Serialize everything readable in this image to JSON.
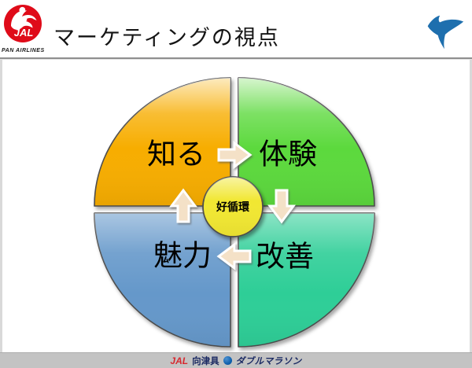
{
  "header": {
    "jal_logo": {
      "brand": "JAL",
      "subtitle": "PAN AIRLINES"
    },
    "title": "マーケティングの視点"
  },
  "diagram": {
    "center": {
      "label": "好循環",
      "color": "#F1E733"
    },
    "quadrants": [
      {
        "id": "know",
        "label": "知る",
        "color": "#F7AD06",
        "position": "top-left"
      },
      {
        "id": "experience",
        "label": "体験",
        "color": "#5BD93C",
        "position": "top-right"
      },
      {
        "id": "improve",
        "label": "改善",
        "color": "#2FCE97",
        "position": "bottom-right"
      },
      {
        "id": "attract",
        "label": "魅力",
        "color": "#6598CA",
        "position": "bottom-left"
      }
    ],
    "arrows": [
      {
        "from": "知る",
        "to": "体験",
        "direction": "right"
      },
      {
        "from": "体験",
        "to": "改善",
        "direction": "down"
      },
      {
        "from": "改善",
        "to": "魅力",
        "direction": "left"
      },
      {
        "from": "魅力",
        "to": "知る",
        "direction": "up"
      }
    ],
    "arrow_color": "#F4E1C7"
  },
  "footer": {
    "jal": "JAL",
    "region": "向津具",
    "event": "ダブルマラソン"
  }
}
